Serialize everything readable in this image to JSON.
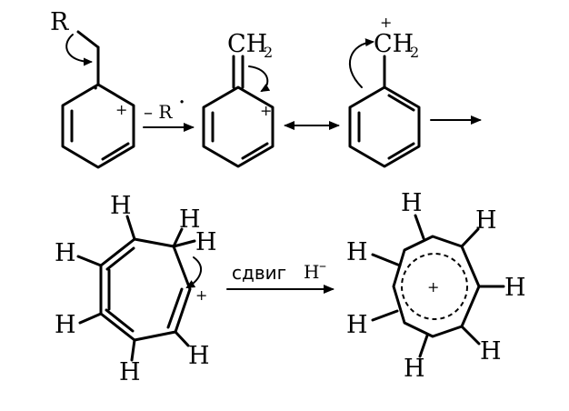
{
  "scheme": {
    "colors": {
      "ink": "#000000",
      "background": "#ffffff"
    },
    "step1": {
      "substituent": "R",
      "radical_dot": "·",
      "charge": "+",
      "reagent": "– R",
      "reagent_dot": "·"
    },
    "step2": {
      "ch2": "CH",
      "ch2_sub": "2",
      "charge": "+"
    },
    "step3": {
      "ch2": "CH",
      "ch2_sub": "2",
      "charge": "+"
    },
    "step4": {
      "hydrogens": [
        "H",
        "H",
        "H",
        "H",
        "H",
        "H",
        "H"
      ],
      "charge": "+",
      "condition": "сдвиг",
      "shifted_group": "H",
      "shifted_charge": "–"
    },
    "tropylium": {
      "hydrogens": [
        "H",
        "H",
        "H",
        "H",
        "H",
        "H",
        "H"
      ],
      "charge": "+"
    }
  }
}
